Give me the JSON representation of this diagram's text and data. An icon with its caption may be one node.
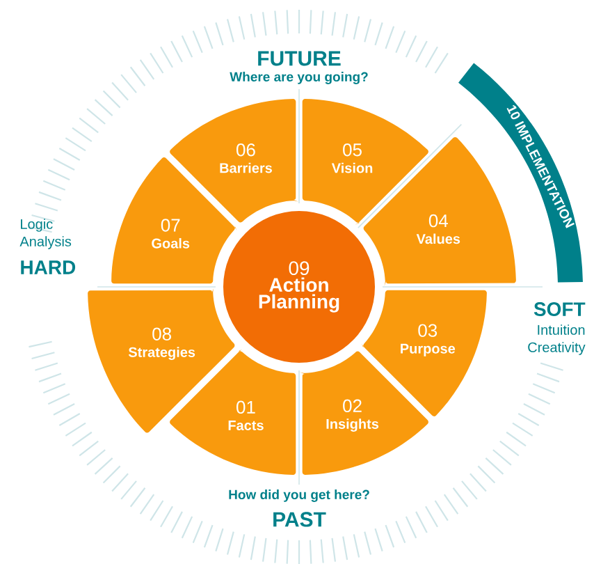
{
  "diagram": {
    "nodes": [
      {
        "text": [
          "01",
          "Facts"
        ]
      },
      {
        "text": [
          "02",
          "Insights"
        ]
      },
      {
        "text": [
          "03",
          "Purpose"
        ]
      },
      {
        "text": [
          "04",
          "Values"
        ]
      },
      {
        "text": [
          "05",
          "Vision"
        ]
      },
      {
        "text": [
          "06",
          "Barriers"
        ]
      },
      {
        "text": [
          "07",
          "Goals"
        ]
      },
      {
        "text": [
          "08",
          "Strategies"
        ]
      },
      {
        "text": [
          "09",
          "Action Planning"
        ]
      },
      {
        "text": [
          "10 IMPLEMENTATION"
        ]
      }
    ],
    "labels": [
      "FUTURE",
      "Where are you going?",
      "Logic Analysis",
      "HARD",
      "SOFT",
      "Intuition Creativity",
      "How did you get here?",
      "PAST"
    ]
  }
}
